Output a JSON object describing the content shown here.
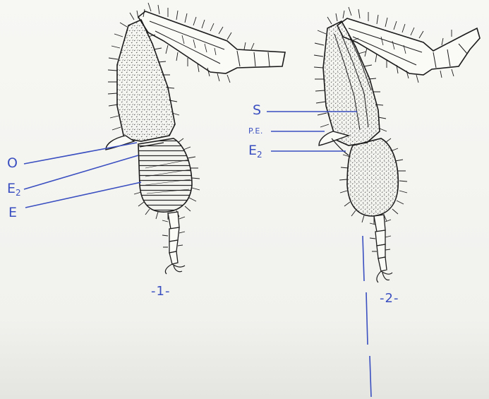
{
  "figure_1": {
    "caption": "-1-",
    "labels": {
      "o": "O",
      "e2_main": "E",
      "e2_sub": "2",
      "e": "E"
    }
  },
  "figure_2": {
    "caption": "-2-",
    "labels": {
      "s": "S",
      "pe": "P.E.",
      "e2_main": "E",
      "e2_sub": "2"
    }
  },
  "colors": {
    "ink": "#1c1c1c",
    "annotation": "#3a4fc0",
    "paper": "#f4f4f1"
  }
}
